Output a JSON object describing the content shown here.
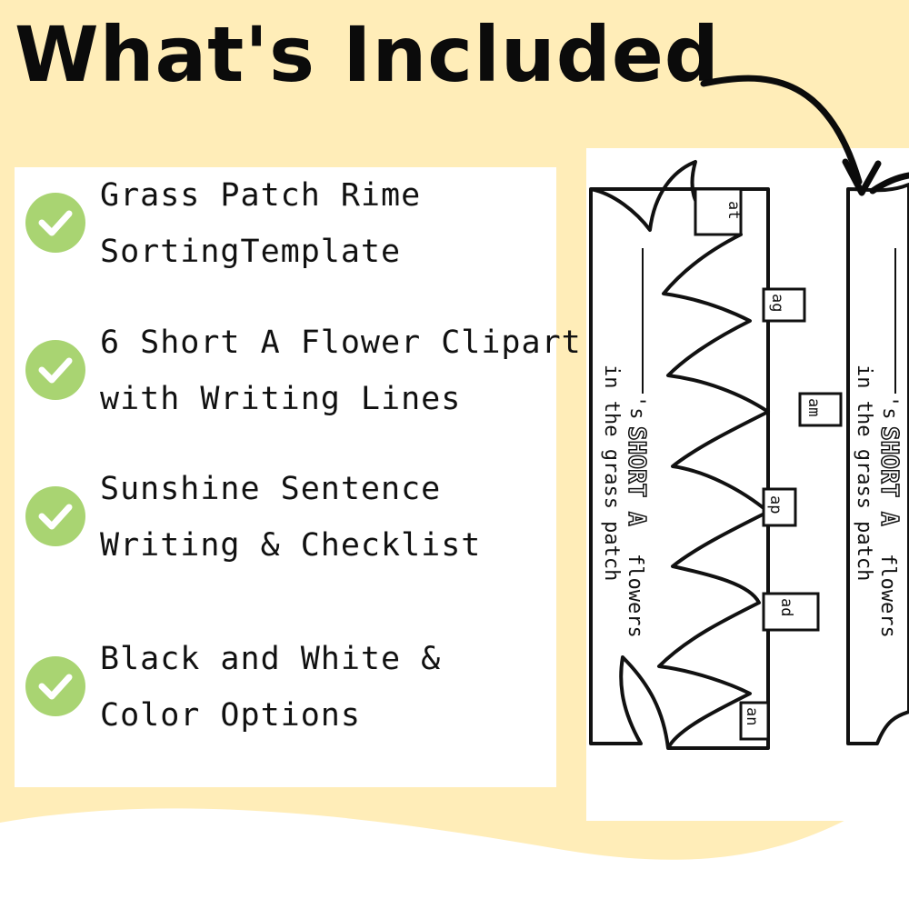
{
  "title": "What's Included",
  "features": [
    {
      "line1": "Grass Patch Rime",
      "line2": "SortingTemplate"
    },
    {
      "line1": "6 Short A Flower Clipart",
      "line2": "with Writing Lines"
    },
    {
      "line1": "Sunshine Sentence",
      "line2": "Writing & Checklist"
    },
    {
      "line1": "Black and White &",
      "line2": "Color Options"
    }
  ],
  "preview": {
    "rimes": [
      "at",
      "ag",
      "am",
      "ap",
      "ad",
      "an"
    ],
    "heading_suffix": "'s",
    "heading_emphasis": "SHORT A",
    "heading_tail": "flowers",
    "subheading": "in the grass patch"
  },
  "colors": {
    "background": "#FFEDB8",
    "check": "#A9D472",
    "panel": "#ffffff",
    "ink": "#111111"
  }
}
